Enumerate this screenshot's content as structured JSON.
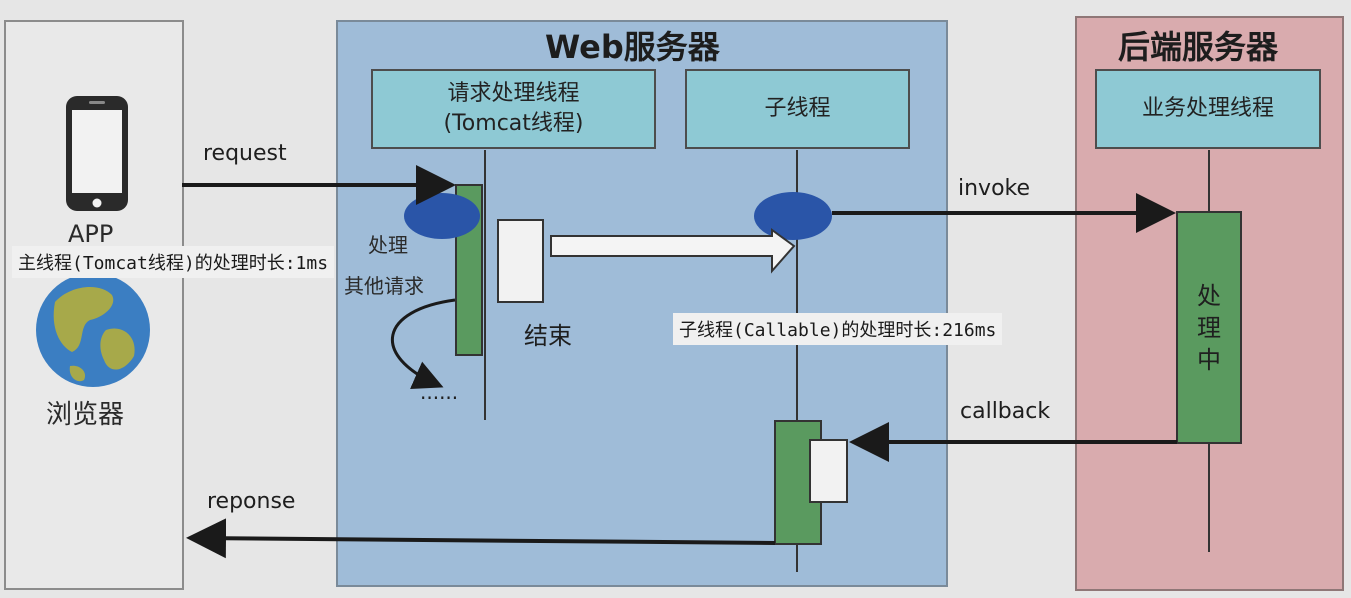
{
  "title_web": "Web服务器",
  "title_backend": "后端服务器",
  "lanes": {
    "request_thread": {
      "line1": "请求处理线程",
      "line2": "(Tomcat线程)"
    },
    "child_thread": "子线程",
    "business_thread": "业务处理线程"
  },
  "client": {
    "app_label": "APP",
    "browser_label": "浏览器"
  },
  "arrows": {
    "request": "request",
    "invoke": "invoke",
    "callback": "callback",
    "response": "reponse"
  },
  "notes": {
    "main_thread": "主线程(Tomcat线程)的处理时长:1ms",
    "child_thread": "子线程(Callable)的处理时长:216ms"
  },
  "labels": {
    "end": "结束",
    "handle_other_line1": "处理",
    "handle_other_line2": "其他请求",
    "ellipsis": "......",
    "processing_chars": [
      "处",
      "理",
      "中"
    ]
  },
  "colors": {
    "activation_green": "#5a9a5f",
    "ellipse_blue": "#2a55a8",
    "lane_box": "#8ec9d4",
    "web_panel": "#9fbcd8",
    "backend_panel": "#d9abae"
  }
}
